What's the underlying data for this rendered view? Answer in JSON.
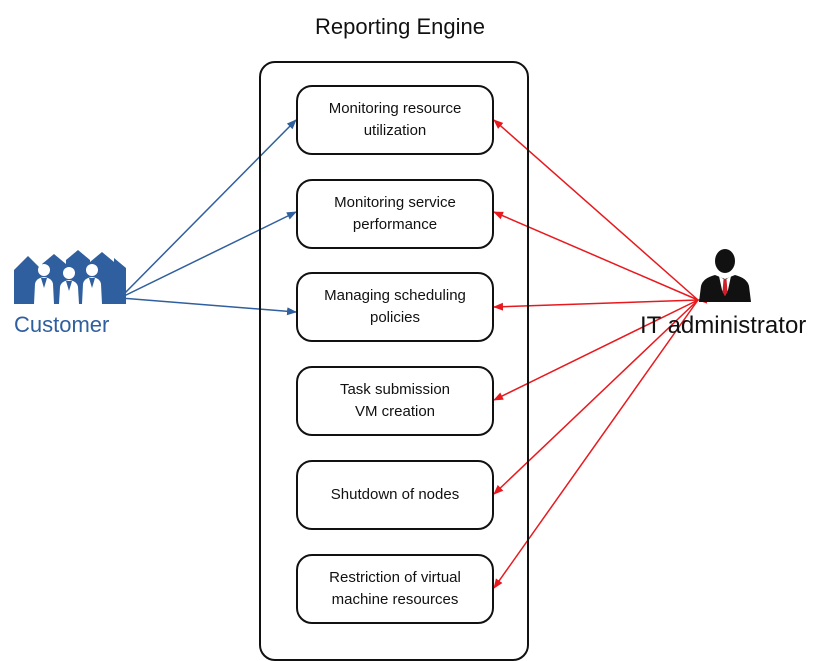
{
  "title": "Reporting Engine",
  "actors": {
    "customer": {
      "label": "Customer",
      "color": "#2f5f9e",
      "icon": "people-group-icon"
    },
    "admin": {
      "label": "IT administrator",
      "color": "#111111",
      "icon": "businessman-icon"
    }
  },
  "use_cases": [
    {
      "label": "Monitoring resource\nutilization"
    },
    {
      "label": "Monitoring service\nperformance"
    },
    {
      "label": "Managing scheduling\npolicies"
    },
    {
      "label": "Task submission\nVM creation"
    },
    {
      "label": "Shutdown of nodes"
    },
    {
      "label": "Restriction of virtual\nmachine resources"
    }
  ],
  "connections": {
    "customer_to": [
      0,
      1,
      2
    ],
    "admin_to": [
      0,
      1,
      2,
      3,
      4,
      5
    ],
    "customer_arrow_color": "#2f5f9e",
    "admin_arrow_color": "#e8191e"
  }
}
